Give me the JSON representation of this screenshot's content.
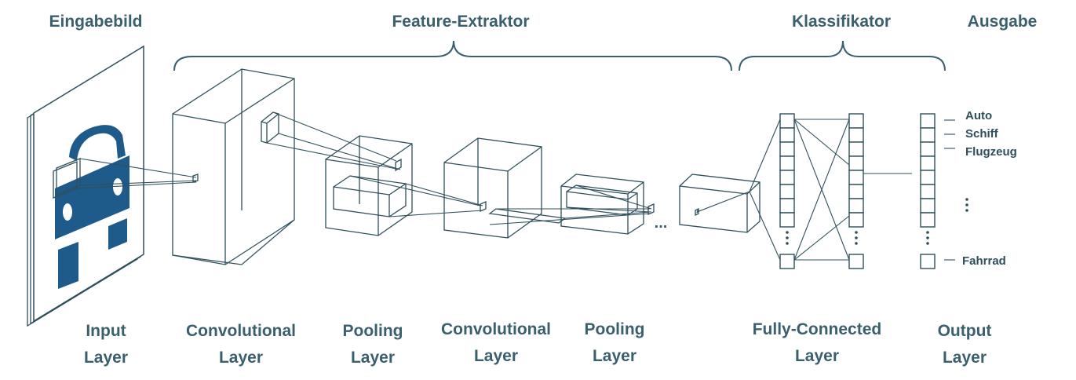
{
  "headers": {
    "input": "Eingabebild",
    "features": "Feature-Extraktor",
    "classifier": "Klassifikator",
    "output": "Ausgabe"
  },
  "layers": [
    {
      "line1": "Input",
      "line2": "Layer"
    },
    {
      "line1": "Convolutional",
      "line2": "Layer"
    },
    {
      "line1": "Pooling",
      "line2": "Layer"
    },
    {
      "line1": "Convolutional",
      "line2": "Layer"
    },
    {
      "line1": "Pooling",
      "line2": "Layer"
    },
    {
      "line1": "Fully-Connected",
      "line2": "Layer"
    },
    {
      "line1": "Output",
      "line2": "Layer"
    }
  ],
  "classes": [
    "Auto",
    "Schiff",
    "Flugzeug",
    "Fahrrad"
  ],
  "ellipsis": "...",
  "colors": {
    "text": "#3a5f6d",
    "lines": "#2f4f5b",
    "car": "#1f5b8a"
  }
}
